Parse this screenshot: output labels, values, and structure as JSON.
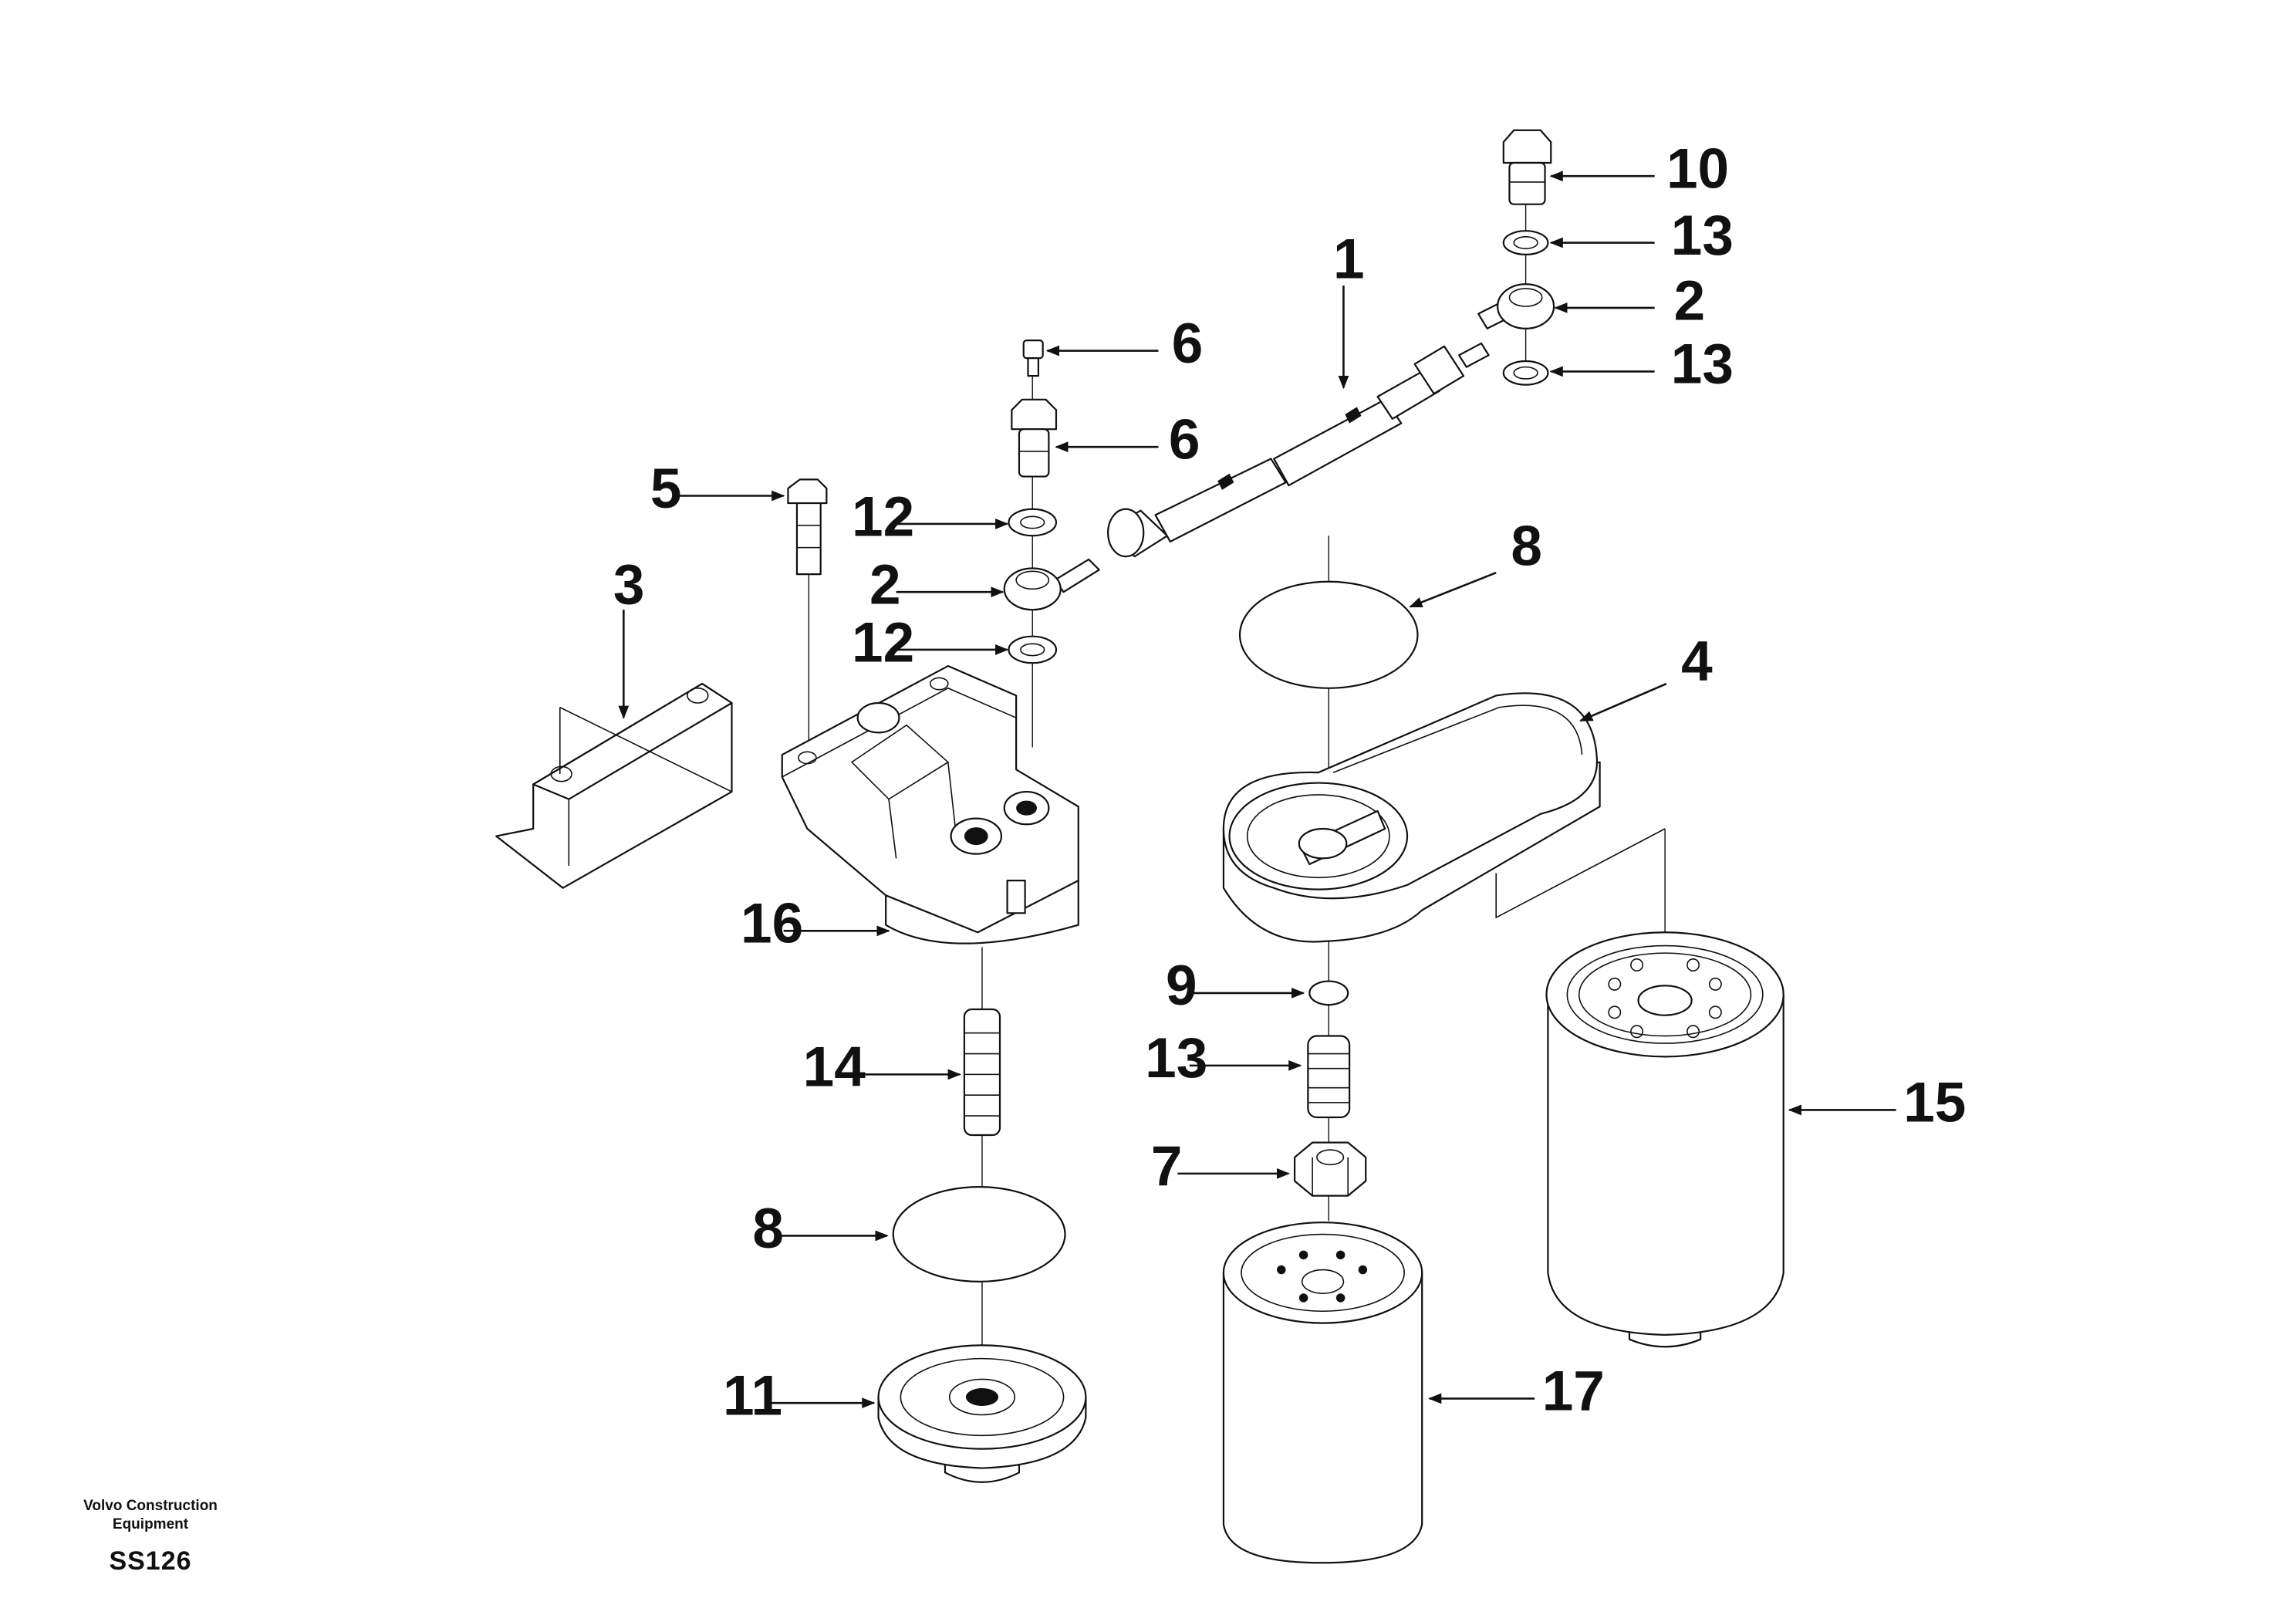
{
  "footer": {
    "brand_line1": "Volvo Construction",
    "brand_line2": "Equipment",
    "sheet_code": "SS126"
  },
  "callouts": [
    {
      "id": "c10",
      "label": "10"
    },
    {
      "id": "c13a",
      "label": "13"
    },
    {
      "id": "c2a",
      "label": "2"
    },
    {
      "id": "c13b",
      "label": "13"
    },
    {
      "id": "c1",
      "label": "1"
    },
    {
      "id": "c6a",
      "label": "6"
    },
    {
      "id": "c6b",
      "label": "6"
    },
    {
      "id": "c5",
      "label": "5"
    },
    {
      "id": "c12a",
      "label": "12"
    },
    {
      "id": "c2b",
      "label": "2"
    },
    {
      "id": "c12b",
      "label": "12"
    },
    {
      "id": "c3",
      "label": "3"
    },
    {
      "id": "c8a",
      "label": "8"
    },
    {
      "id": "c4",
      "label": "4"
    },
    {
      "id": "c16",
      "label": "16"
    },
    {
      "id": "c9",
      "label": "9"
    },
    {
      "id": "c14",
      "label": "14"
    },
    {
      "id": "c13c",
      "label": "13"
    },
    {
      "id": "c15",
      "label": "15"
    },
    {
      "id": "c7",
      "label": "7"
    },
    {
      "id": "c8b",
      "label": "8"
    },
    {
      "id": "c11",
      "label": "11"
    },
    {
      "id": "c17",
      "label": "17"
    }
  ]
}
